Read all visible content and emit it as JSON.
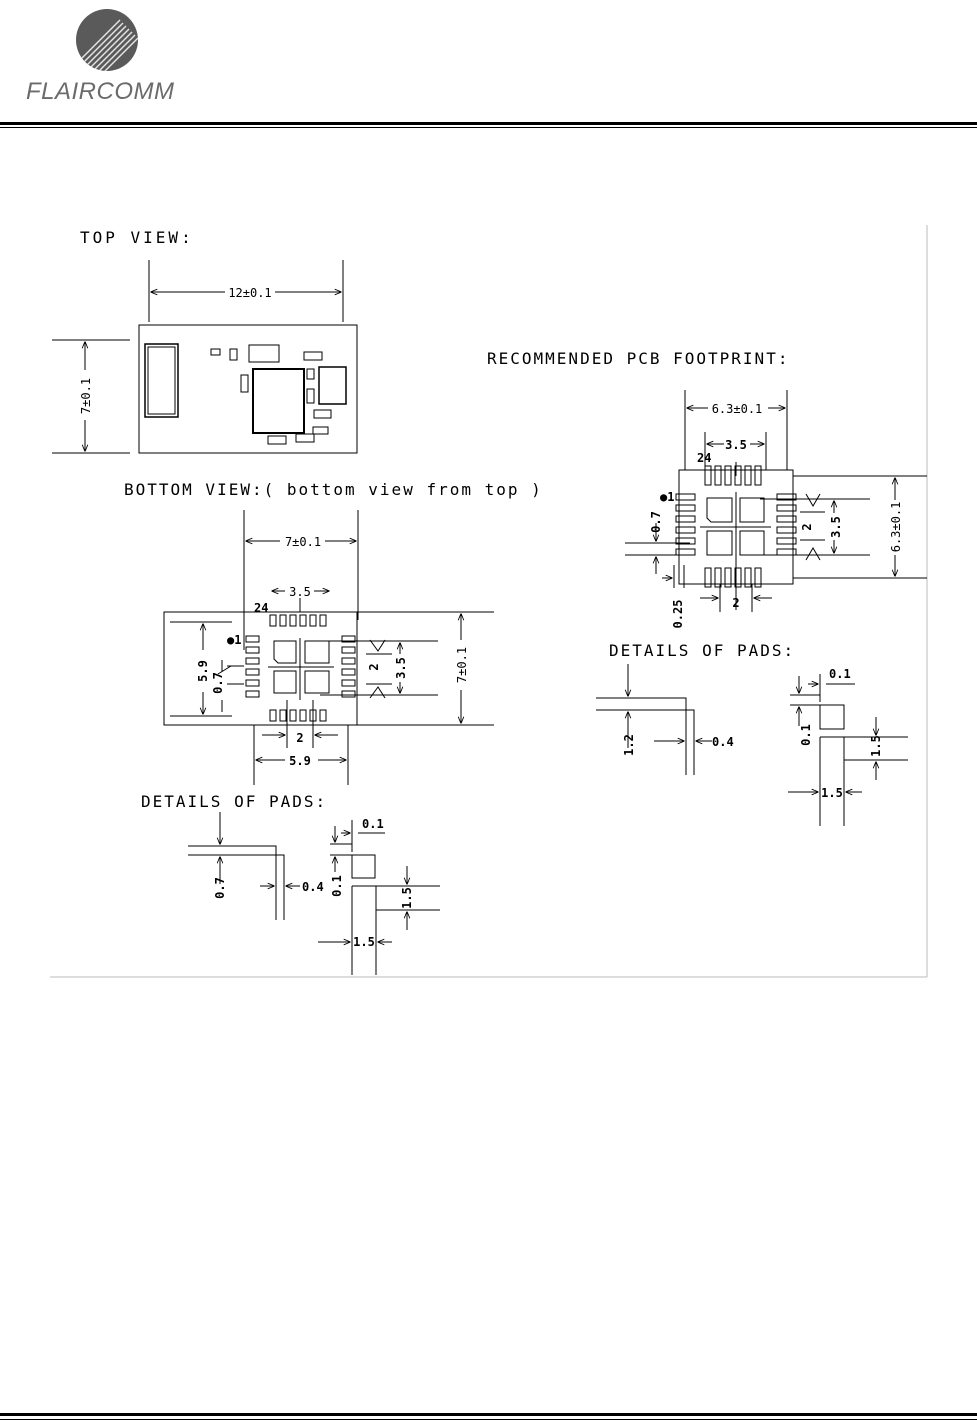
{
  "header": {
    "company": "FLAIRCOMM"
  },
  "drawing": {
    "top_view": {
      "title": "TOP VIEW:",
      "width_dim": "12±0.1",
      "height_dim": "7±0.1"
    },
    "bottom_view": {
      "title": "BOTTOM VIEW:( bottom view from top )",
      "width_dim": "7±0.1",
      "center_dim": "3.5",
      "pin1_label": "24",
      "pin_marker": "●1",
      "left_dim": "5.9",
      "left_pitch": "0.7",
      "right_pitch": "2",
      "right_inner": "3.5",
      "right_height": "7±0.1",
      "bottom_pitch": "2",
      "bottom_width": "5.9"
    },
    "pcb_footprint": {
      "title": "RECOMMENDED PCB FOOTPRINT:",
      "width_dim": "6.3±0.1",
      "center_dim": "3.5",
      "pin1_label": "24",
      "pin_marker": "●1",
      "left_pitch": "0.7",
      "right_pitch": "2",
      "right_inner": "3.5",
      "right_height": "6.3±0.1",
      "bottom_gap": "0.25",
      "bottom_pitch": "2"
    },
    "pads_detail_bottom": {
      "title": "DETAILS OF PADS:",
      "pad_len": "0.7",
      "pad_w": "0.4",
      "gap_a": "0.1",
      "gap_b": "0.1",
      "sq_h": "1.5",
      "sq_w": "1.5"
    },
    "pads_detail_pcb": {
      "title": "DETAILS OF PADS:",
      "pad_len": "1.2",
      "pad_w": "0.4",
      "gap_a": "0.1",
      "gap_b": "0.1",
      "sq_h": "1.5",
      "sq_w": "1.5"
    }
  }
}
